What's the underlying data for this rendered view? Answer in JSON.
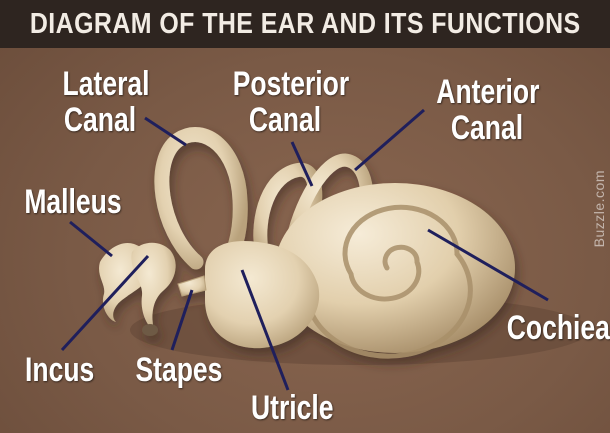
{
  "title": "DIAGRAM OF THE EAR AND ITS FUNCTIONS",
  "watermark": "Buzzle.com",
  "labels": {
    "lateral_canal": [
      "Lateral",
      "Canal"
    ],
    "posterior_canal": [
      "Posterior",
      "Canal"
    ],
    "anterior_canal": [
      "Anterior",
      "Canal"
    ],
    "malleus": "Malleus",
    "incus": "Incus",
    "stapes": "Stapes",
    "utricle": "Utricle",
    "cochlea": "Cochiea"
  },
  "colors": {
    "background": "#7a5a46",
    "title_bar": "#2e2520",
    "label_text": "#ffffff",
    "leader_line": "#1f1f5c",
    "bone": "#e6d6b8"
  }
}
